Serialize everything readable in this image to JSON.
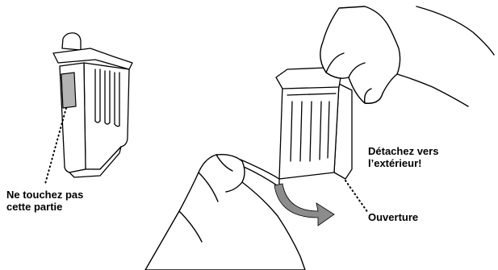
{
  "labels": {
    "no_touch_line1": "Ne touchez pas",
    "no_touch_line2": "cette partie",
    "detach_line1": "Détachez vers",
    "detach_line2": "l’extérieur!",
    "opening": "Ouverture"
  },
  "colors": {
    "line": "#000000",
    "arrow_fill": "#8c8c8c",
    "contact_fill": "#b3b3b3",
    "background": "#ffffff"
  }
}
